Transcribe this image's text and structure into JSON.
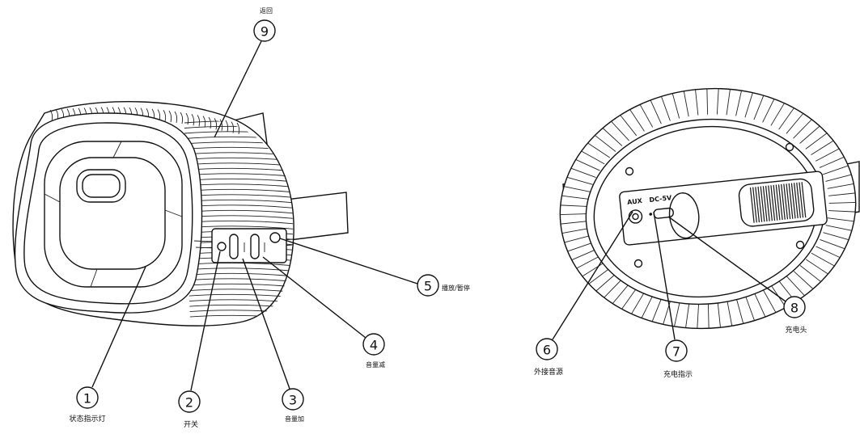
{
  "callouts": {
    "c1": {
      "number": "1",
      "label": "状态指示灯"
    },
    "c2": {
      "number": "2",
      "label": "开关"
    },
    "c3": {
      "number": "3",
      "label": "音量加"
    },
    "c4": {
      "number": "4",
      "label": "音量减"
    },
    "c5": {
      "number": "5",
      "label": "播放/暂停"
    },
    "c6": {
      "number": "6",
      "label": "外接音源"
    },
    "c7": {
      "number": "7",
      "label": "充电指示"
    },
    "c8": {
      "number": "8",
      "label": "充电头"
    },
    "c9": {
      "number": "9",
      "label": "返回"
    }
  },
  "device_text": {
    "aux": "AUX",
    "dc": "DC-5V"
  }
}
